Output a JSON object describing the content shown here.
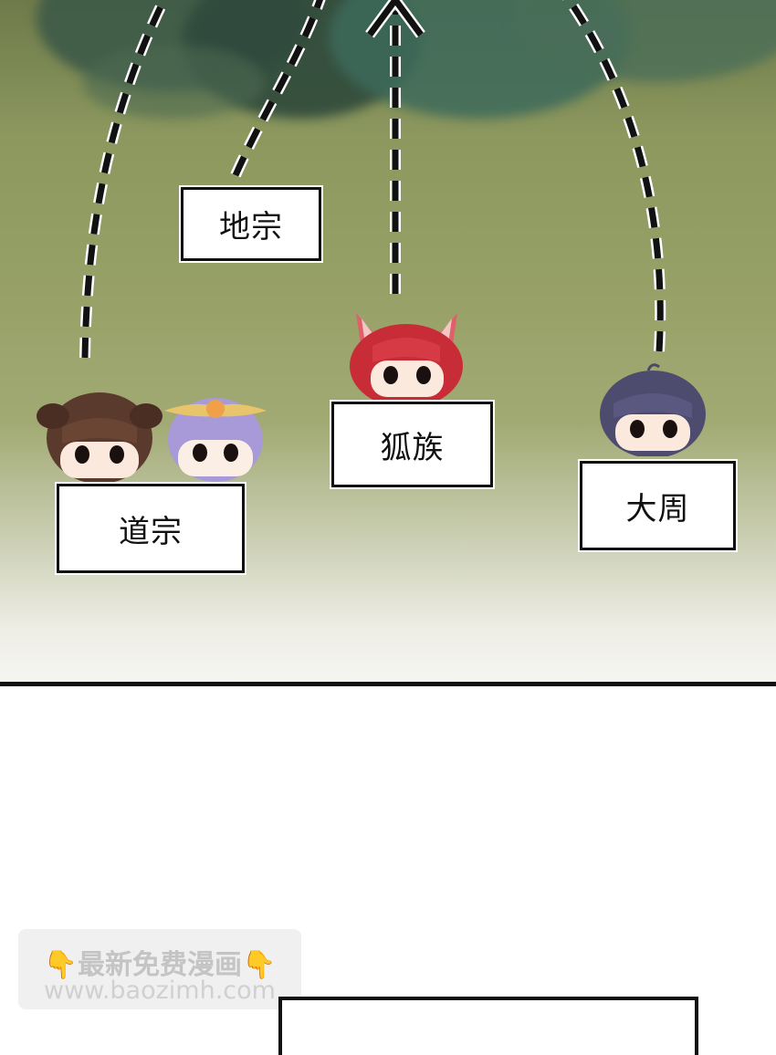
{
  "labels": {
    "dizong": "地宗",
    "daozong": "道宗",
    "huzu": "狐族",
    "dazhou": "大周"
  },
  "watermark": {
    "title": "最新免费漫画",
    "url": "www.baozimh.com",
    "hand": "👇"
  },
  "colors": {
    "cloud": "#3f5a45",
    "sky": "#98a268",
    "border": "#111111"
  }
}
